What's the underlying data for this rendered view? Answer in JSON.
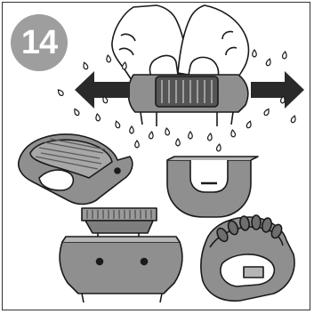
{
  "step": {
    "number": "14"
  },
  "colors": {
    "badge": "#9e9e9e",
    "part_fill": "#8f8f8f",
    "part_dark": "#6e6e6e",
    "part_light": "#b5b5b5",
    "outline": "#1a1a1a",
    "arrow": "#2a2a2a"
  },
  "icons": [
    "hand-icon",
    "left-arrow-icon",
    "right-arrow-icon",
    "water-drop-icon"
  ],
  "parts": [
    "trimmer-cap",
    "shaver-head-assembly",
    "shaving-foil",
    "foil-frame",
    "u-shaped-cap",
    "massage-roller-attachment"
  ]
}
